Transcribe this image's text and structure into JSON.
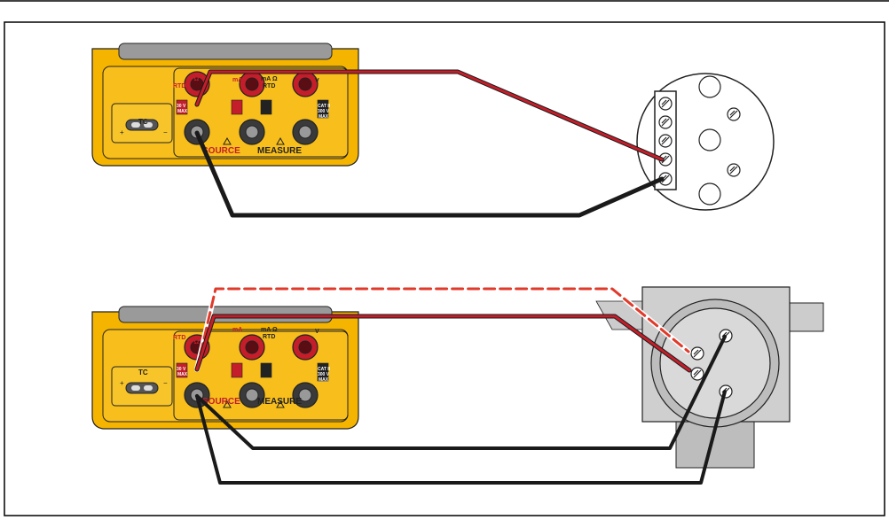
{
  "meter": {
    "labels": {
      "v_rtd_top": "V Ω",
      "v_rtd_bottom": "RTD",
      "ma_ohm_top": "mA Ω",
      "ma_ohm_bottom": "RTD",
      "ma": "mA",
      "v": "V",
      "source": "SOURCE",
      "measure": "MEASURE",
      "tc": "TC",
      "plus": "+",
      "minus": "−",
      "max30v_line1": "30 V",
      "max30v_line2": "MAX",
      "cat_line1": "CAT II",
      "cat_line2": "300 V",
      "cat_line3": "MAX"
    },
    "colors": {
      "body": "#f5b400",
      "body_dark": "#c98f00",
      "jack_red": "#c41e2a",
      "jack_black": "#3a3a3a",
      "screen": "#8c8c8c"
    }
  },
  "wires": {
    "red": "#c41e2a",
    "black": "#1a1a1a",
    "dashed": "#e03a2a"
  }
}
